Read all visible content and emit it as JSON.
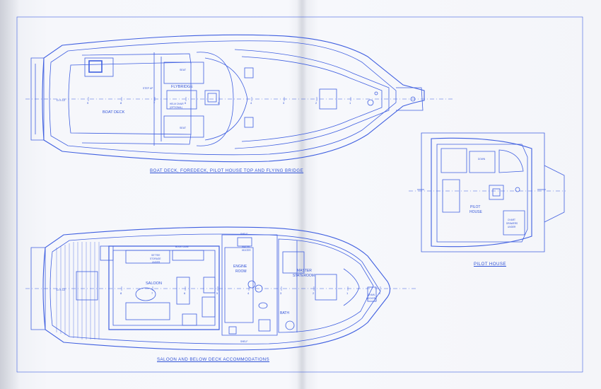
{
  "captions": {
    "top": "BOAT DECK, FOREDECK, PILOT HOUSE TOP AND FLYING BRIDGE",
    "bottom": "SALOON AND BELOW DECK ACCOMMODATIONS",
    "pilot_house": "PILOT HOUSE"
  },
  "top_plan": {
    "boat_deck": "BOAT DECK",
    "flybridge": "FLYBRIDGE",
    "seat_upper": "SEAT",
    "seat_lower": "SEAT",
    "step_up": "STEP UP",
    "helm_chair": "HELM CHAIR",
    "optional": "(OPTIONAL)",
    "d_s_12": "D.S.12",
    "station_numbers": [
      "9",
      "8",
      "7",
      "6",
      "5",
      "4",
      "3",
      "2",
      "1"
    ]
  },
  "pilot_house_plan": {
    "label_1": "PILOT",
    "label_2": "HOUSE",
    "down": "DOWN",
    "chart_drawers_1": "CHART",
    "chart_drawers_2": "DRAWERS",
    "chart_drawers_3": "UNDER"
  },
  "lower_plan": {
    "saloon": "SALOON",
    "engine_room_1": "ENGINE",
    "engine_room_2": "ROOM",
    "master_stateroom_1": "MASTER",
    "master_stateroom_2": "STATEROOM",
    "bath": "BATH",
    "book_case": "BOOK CASE",
    "settee_1": "SETTEE",
    "settee_2": "STORAGE",
    "settee_3": "UNDER",
    "water_heater_1": "WATER",
    "water_heater_2": "HEATER",
    "shelf_top": "SHELF",
    "shelf_bottom": "SHELF",
    "chain_locker_1": "CHAIN",
    "chain_locker_2": "LOCKER",
    "d_s_12": "D.S.12",
    "station_numbers": [
      "8",
      "7",
      "6",
      "5",
      "4",
      "3",
      "2",
      "1",
      "0"
    ]
  },
  "colors": {
    "ink": "#2f52d6",
    "paper": "#f6f7fb"
  }
}
